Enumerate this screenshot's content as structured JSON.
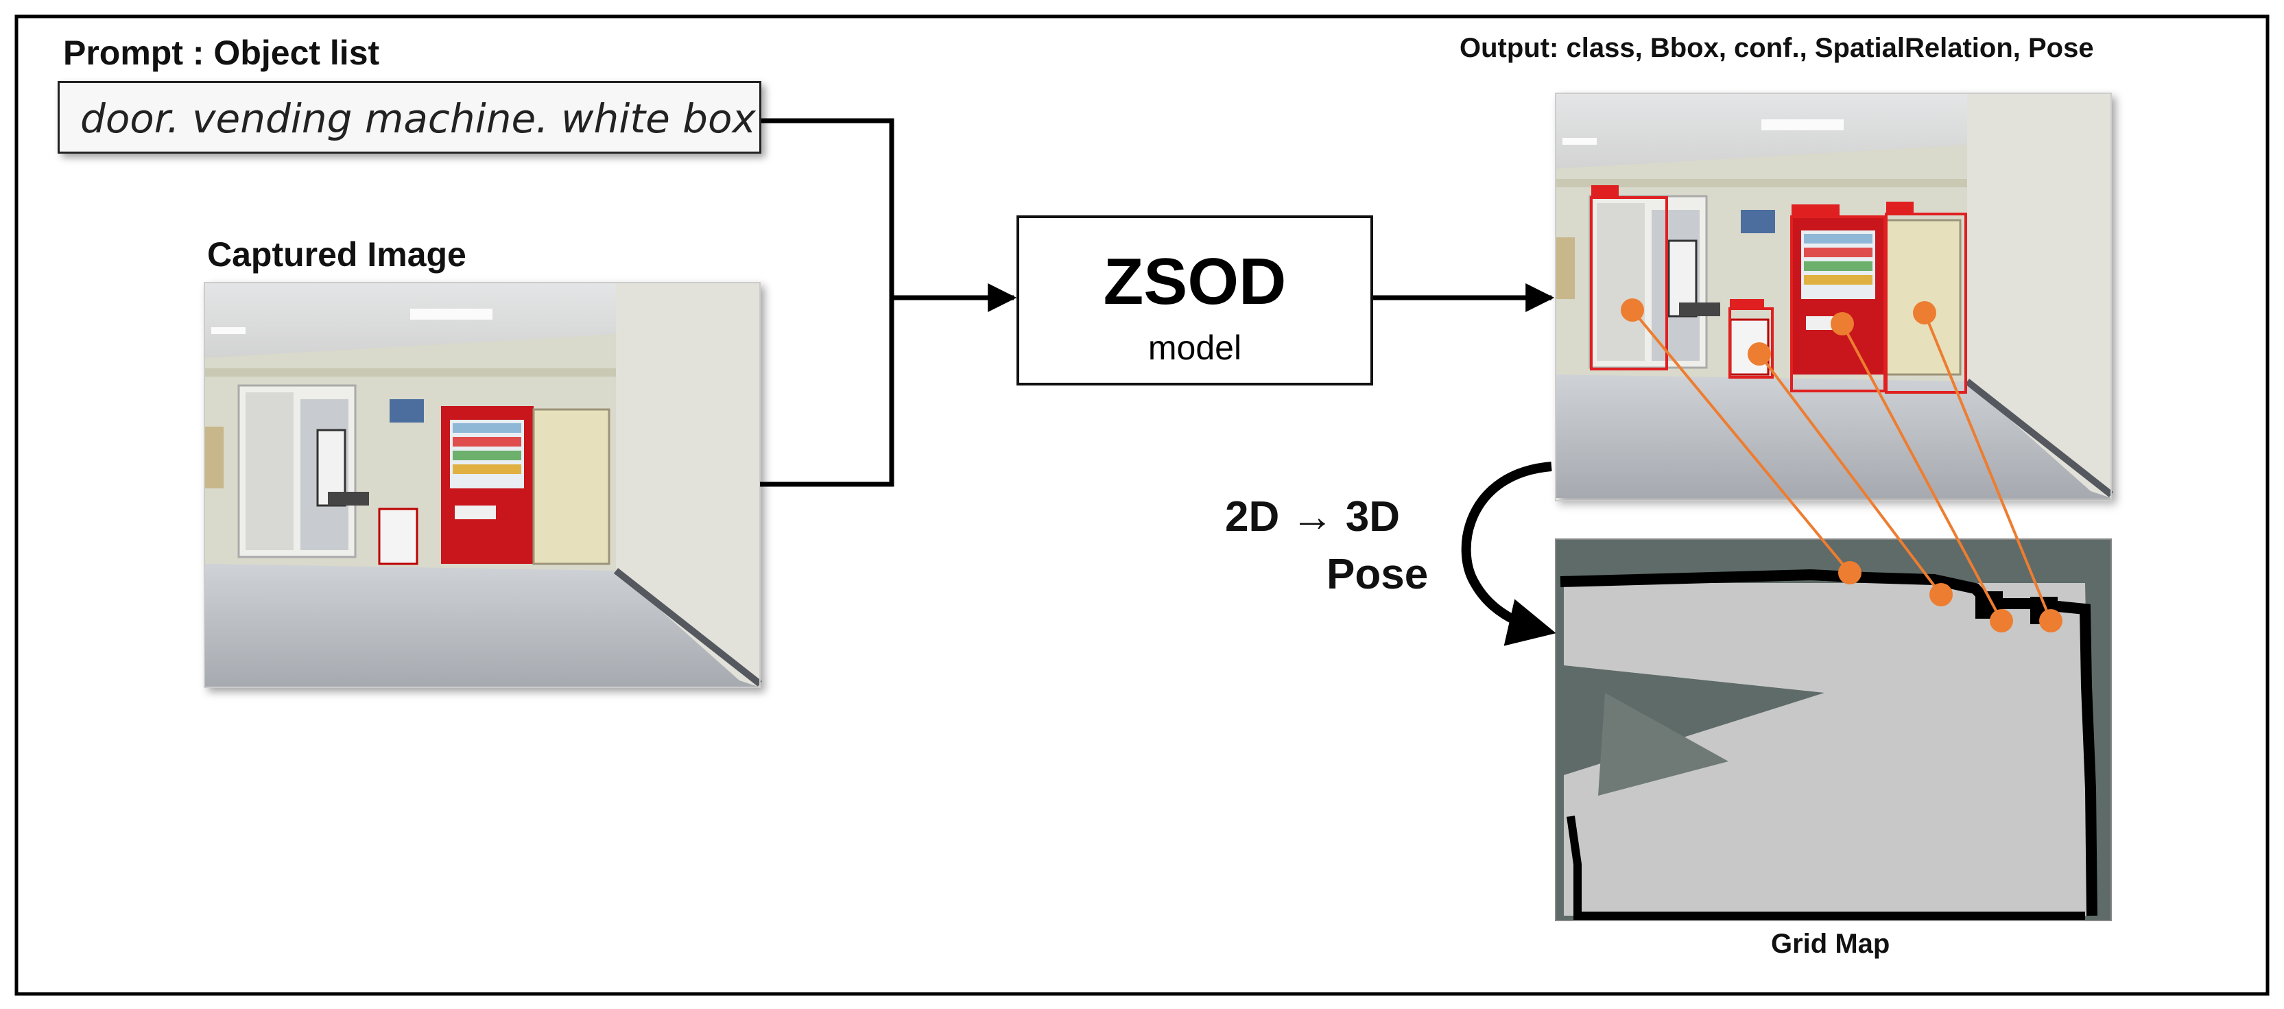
{
  "prompt": {
    "label": "Prompt : Object list",
    "text": "door. vending machine. white box"
  },
  "captured": {
    "label": "Captured Image"
  },
  "model": {
    "title": "ZSOD",
    "subtitle": "model"
  },
  "output": {
    "label": "Output: class, Bbox, conf., SpatialRelation, Pose"
  },
  "conversion": {
    "line1": "2D → 3D",
    "line2": "Pose"
  },
  "grid_map": {
    "label": "Grid Map"
  },
  "colors": {
    "accent_orange": "#ed7d31",
    "bbox_red": "#e02020",
    "map_wall": "#5e6b68",
    "map_free": "#c8c8c8",
    "arrow": "#000000"
  }
}
